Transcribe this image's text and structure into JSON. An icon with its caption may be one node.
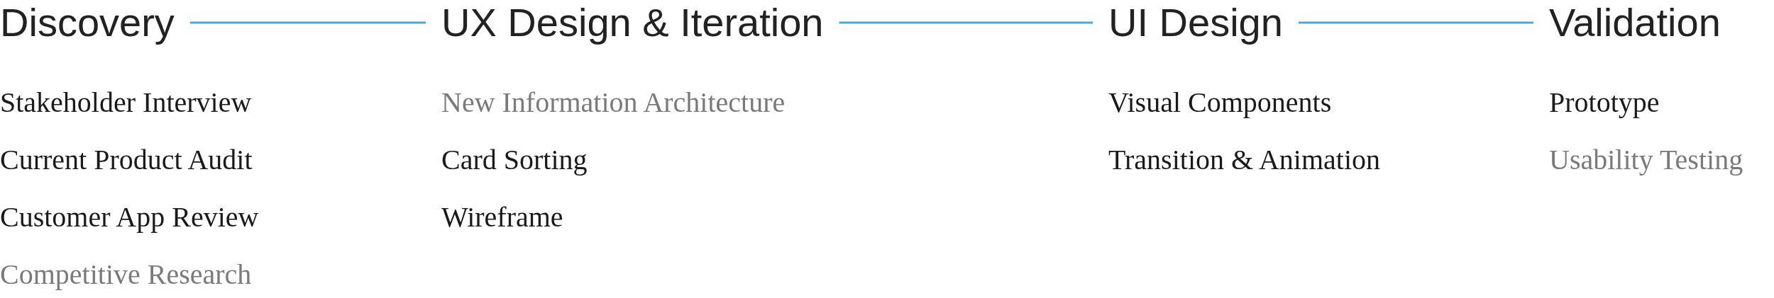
{
  "diagram": {
    "nodes": [
      {
        "text": [
          "Discovery"
        ]
      },
      {
        "text": [
          "UX Design & Iteration"
        ]
      },
      {
        "text": [
          "UI Design"
        ]
      },
      {
        "text": [
          "Validation"
        ]
      }
    ],
    "edges": [
      {
        "from": 0,
        "to": 1,
        "arrow": "none"
      },
      {
        "from": 1,
        "to": 2,
        "arrow": "none"
      },
      {
        "from": 2,
        "to": 3,
        "arrow": "none"
      }
    ],
    "labels": [
      "Stakeholder Interview",
      "Current Product Audit",
      "Customer App Review",
      "Competitive Research",
      "New Information Architecture",
      "Card Sorting",
      "Wireframe",
      "Visual Components",
      "Transition & Animation",
      "Prototype",
      "Usability Testing"
    ]
  }
}
